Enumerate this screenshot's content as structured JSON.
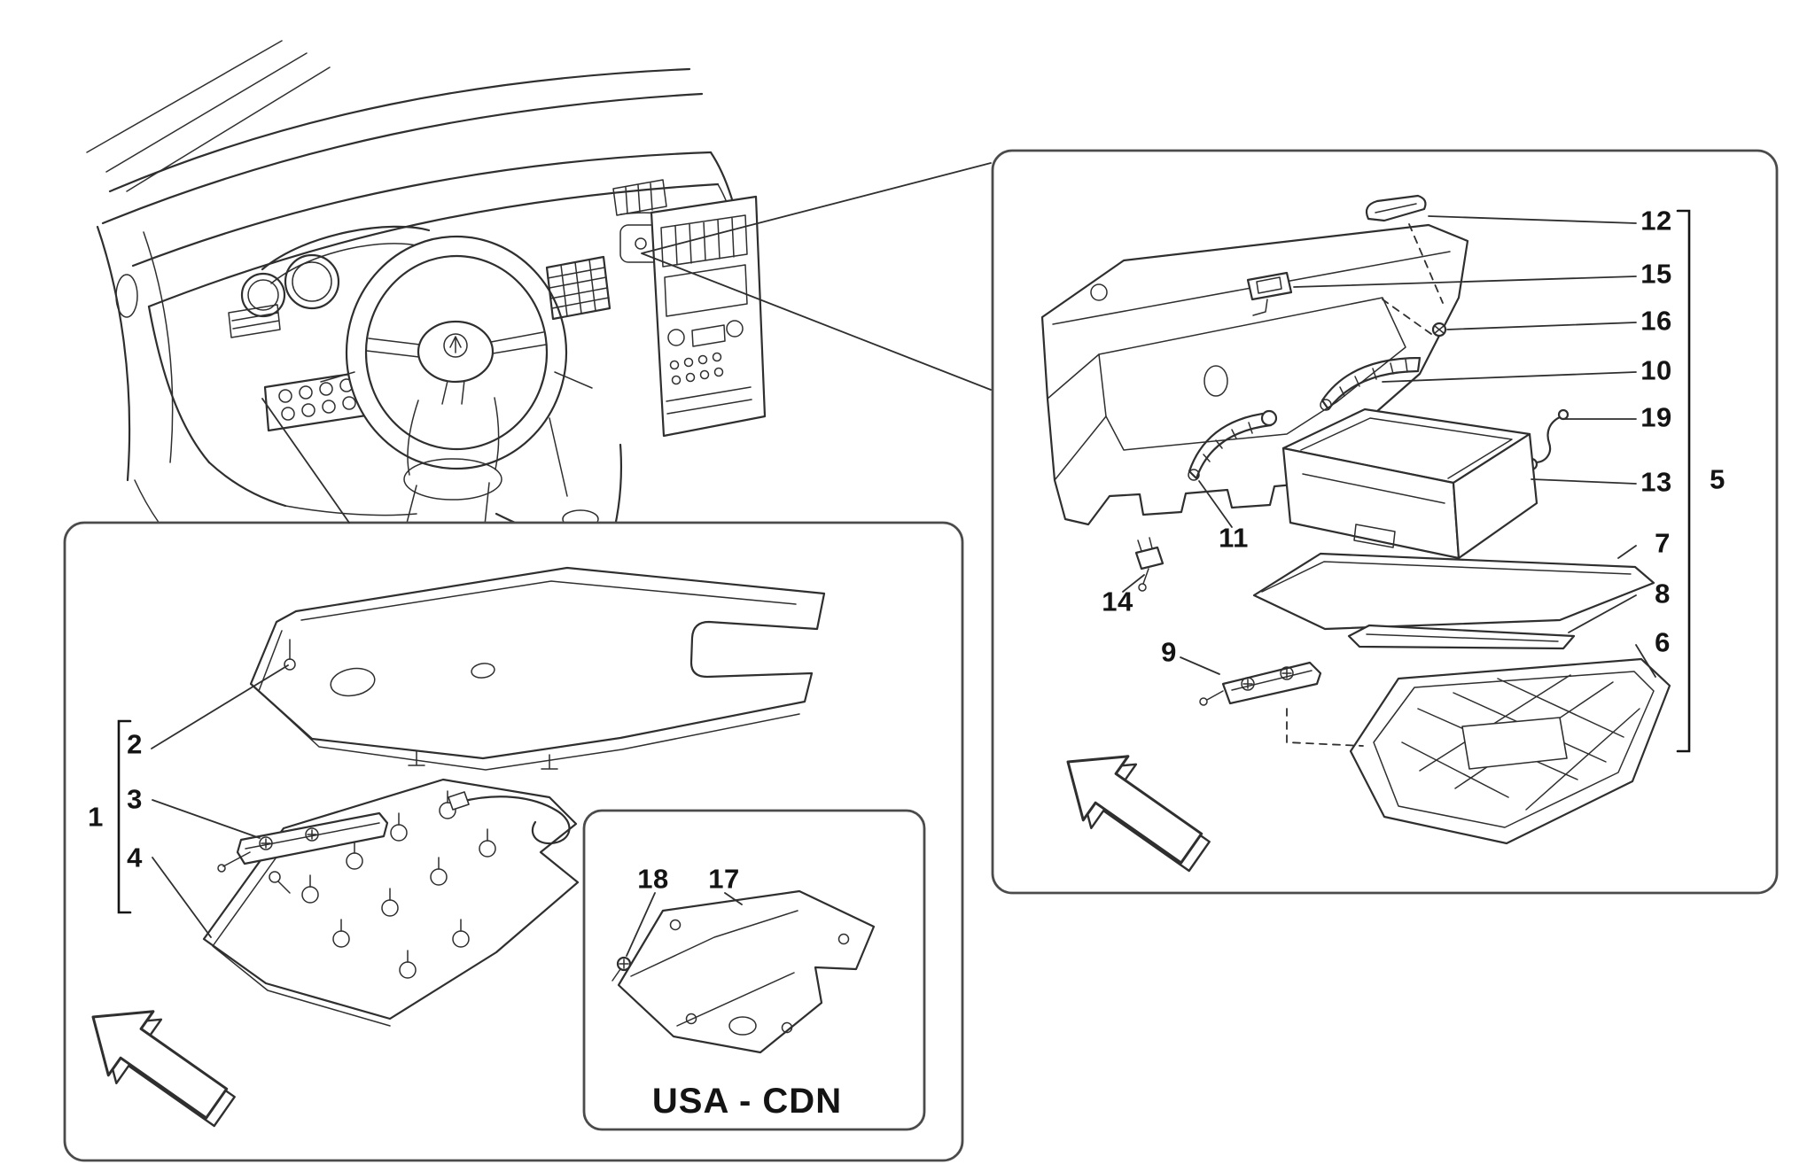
{
  "meta": {
    "background": "#ffffff",
    "line_color": "#2f2f2f",
    "box_border_color": "#4b4b4b",
    "label_color": "#141414"
  },
  "callouts": {
    "c1": "1",
    "c2": "2",
    "c3": "3",
    "c4": "4",
    "c5": "5",
    "c6": "6",
    "c7": "7",
    "c8": "8",
    "c9": "9",
    "c10": "10",
    "c11": "11",
    "c12": "12",
    "c13": "13",
    "c14": "14",
    "c15": "15",
    "c16": "16",
    "c17": "17",
    "c18": "18",
    "c19": "19"
  },
  "regions": {
    "usa_cdn_label": "USA - CDN"
  }
}
